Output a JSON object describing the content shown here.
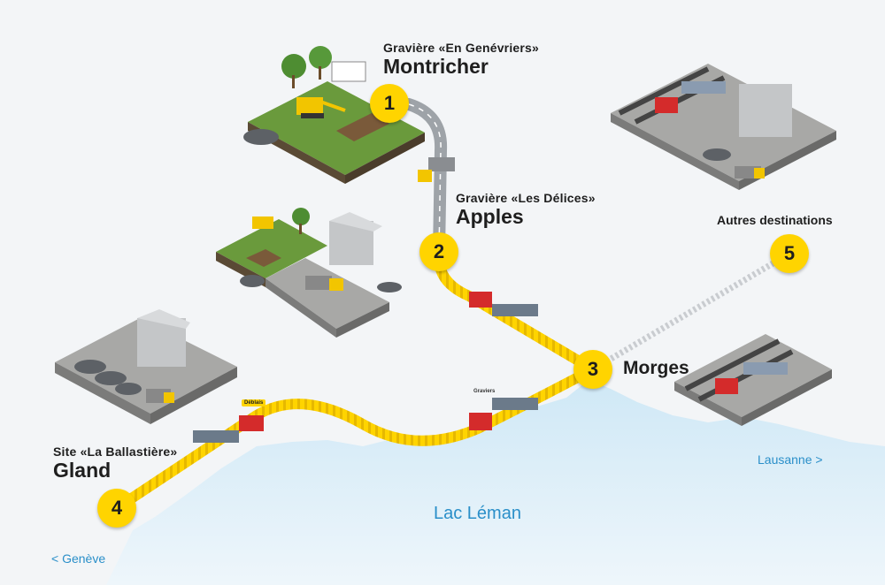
{
  "stations": [
    {
      "number": "1",
      "subtitle": "Gravière «En Genévriers»",
      "name": "Montricher"
    },
    {
      "number": "2",
      "subtitle": "Gravière «Les Délices»",
      "name": "Apples"
    },
    {
      "number": "3",
      "name": "Morges"
    },
    {
      "number": "4",
      "subtitle": "Site «La Ballastière»",
      "name": "Gland"
    },
    {
      "number": "5",
      "name": "Autres destinations"
    }
  ],
  "lake": {
    "name": "Lac Léman"
  },
  "directions": {
    "left": "< Genève",
    "right": "Lausanne >"
  },
  "cargo_tags": {
    "deblais": "Déblais",
    "graviers": "Graviers"
  },
  "colors": {
    "accent_yellow": "#ffd400",
    "water_blue": "#2a8fc9",
    "grass_green": "#6a9a3c",
    "locomotive_red": "#d42b2b",
    "background": "#f3f5f7"
  }
}
